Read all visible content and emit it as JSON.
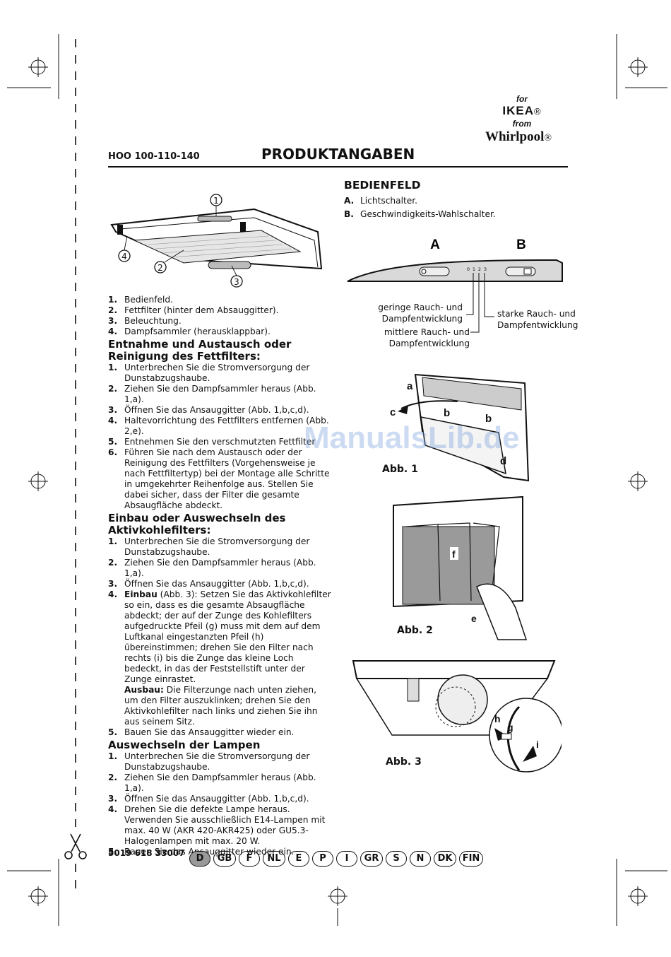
{
  "brand": {
    "for": "for",
    "ikea": "IKEA",
    "reg1": "®",
    "from": "from",
    "whirlpool": "Whirlpool",
    "reg2": "®"
  },
  "header": {
    "model": "HOO 100-110-140",
    "title": "PRODUKTANGABEN"
  },
  "figure_hood": {
    "callouts": [
      "1",
      "2",
      "3",
      "4"
    ]
  },
  "parts_list": [
    {
      "n": "1.",
      "text": "Bedienfeld."
    },
    {
      "n": "2.",
      "text": "Fettfilter (hinter dem Absauggitter)."
    },
    {
      "n": "3.",
      "text": "Beleuchtung."
    },
    {
      "n": "4.",
      "text": "Dampfsammler (herausklappbar)."
    }
  ],
  "sections": [
    {
      "heading": "Entnahme und Austausch oder Reinigung des Fettfilters:",
      "items": [
        {
          "n": "1.",
          "text": "Unterbrechen Sie die Stromversorgung der Dunstabzugshaube."
        },
        {
          "n": "2.",
          "text": "Ziehen Sie den Dampfsammler heraus (Abb. 1,a)."
        },
        {
          "n": "3.",
          "text": "Öffnen Sie das Ansauggitter (Abb. 1,b,c,d)."
        },
        {
          "n": "4.",
          "text": "Haltevorrichtung des Fettfilters entfernen (Abb. 2,e)."
        },
        {
          "n": "5.",
          "text": "Entnehmen Sie den verschmutzten Fettfilter"
        },
        {
          "n": "6.",
          "text": "Führen Sie nach dem Austausch oder der Reinigung des Fettfilters (Vorgehensweise je nach Fettfiltertyp) bei der Montage alle Schritte in umgekehrter Reihenfolge aus. Stellen Sie dabei sicher, dass der Filter die gesamte Absaugfläche abdeckt."
        }
      ]
    },
    {
      "heading": "Einbau oder Auswechseln des Aktivkohlefilters:",
      "items": [
        {
          "n": "1.",
          "text": "Unterbrechen Sie die Stromversorgung der Dunstabzugshaube."
        },
        {
          "n": "2.",
          "text": "Ziehen Sie den Dampfsammler heraus (Abb. 1,a)."
        },
        {
          "n": "3.",
          "text": "Öffnen Sie das Ansauggitter (Abb. 1,b,c,d)."
        },
        {
          "n": "4.",
          "bold": "Einbau",
          "text": " (Abb. 3): Setzen Sie das Aktivkohlefilter so ein, dass es die gesamte Absaugfläche abdeckt; der auf der Zunge des Kohlefilters aufgedruckte Pfeil (g) muss mit dem auf dem Luftkanal eingestanzten Pfeil (h) übereinstimmen; drehen Sie den Filter nach rechts (i) bis die Zunge das kleine Loch bedeckt, in das der Feststellstift unter der Zunge einrastet.",
          "bold2": "Ausbau:",
          "text2": " Die Filterzunge nach unten ziehen, um den Filter auszuklinken; drehen Sie den Aktivkohlefilter nach links und ziehen Sie ihn aus seinem Sitz."
        },
        {
          "n": "5.",
          "text": "Bauen Sie das Ansauggitter wieder ein."
        }
      ]
    },
    {
      "heading": "Auswechseln der Lampen",
      "items": [
        {
          "n": "1.",
          "text": "Unterbrechen Sie die Stromversorgung der Dunstabzugshaube."
        },
        {
          "n": "2.",
          "text": "Ziehen Sie den Dampfsammler heraus (Abb. 1,a)."
        },
        {
          "n": "3.",
          "text": "Öffnen Sie das Ansauggitter (Abb. 1,b,c,d)."
        },
        {
          "n": "4.",
          "text": "Drehen Sie die defekte Lampe heraus. Verwenden Sie ausschließlich E14-Lampen mit max. 40 W (AKR 420-AKR425) oder GU5.3-Halogenlampen mit max. 20 W."
        },
        {
          "n": "5.",
          "text": "Bauen Sie das Ansauggitter wieder ein."
        }
      ]
    }
  ],
  "bedienfeld": {
    "heading": "BEDIENFELD",
    "items": [
      {
        "n": "A.",
        "text": "Lichtschalter."
      },
      {
        "n": "B.",
        "text": "Geschwindigkeits-Wahlschalter."
      }
    ],
    "letters": [
      "A",
      "B"
    ],
    "speed_marks": [
      "0",
      "1",
      "2",
      "3"
    ],
    "label_low": "geringe Rauch- und Dampfentwicklung",
    "label_mid": "mittlere Rauch- und Dampfentwicklung",
    "label_high": "starke Rauch- und Dampfentwicklung"
  },
  "abb1": {
    "caption": "Abb. 1",
    "letters": [
      "a",
      "b",
      "b",
      "c",
      "d"
    ]
  },
  "abb2": {
    "caption": "Abb. 2",
    "letters": [
      "f",
      "e"
    ]
  },
  "abb3": {
    "caption": "Abb. 3",
    "letters": [
      "h",
      "g",
      "i"
    ]
  },
  "footer": {
    "code": "5019 618 33007",
    "languages": [
      "D",
      "GB",
      "F",
      "NL",
      "E",
      "P",
      "I",
      "GR",
      "S",
      "N",
      "DK",
      "FIN"
    ],
    "active": "D"
  },
  "watermark": "ManualsLib.de"
}
